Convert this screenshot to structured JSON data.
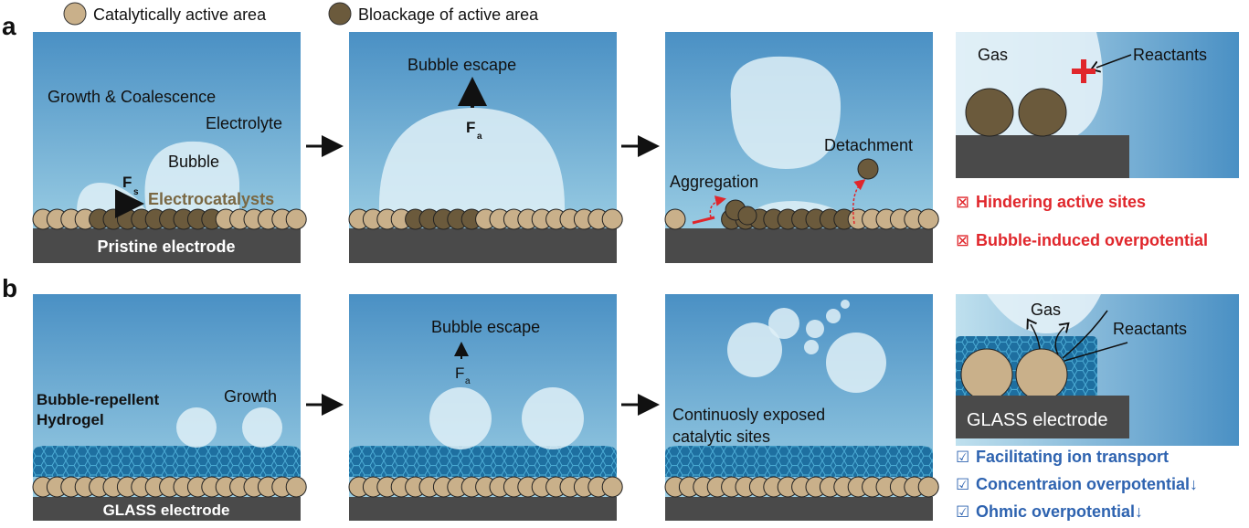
{
  "legend": {
    "active_label": "Catalytically active area",
    "blocked_label": "Bloackage of active area"
  },
  "colors": {
    "active": "#c9b08a",
    "blocked": "#6b5a3c",
    "electrode": "#4a4a4a",
    "bad_text": "#e0262b",
    "good_text": "#2e63b0",
    "hydrogel": "#1e6fa0"
  },
  "panel_a": {
    "label": "a",
    "p1": {
      "growth": "Growth & Coalescence",
      "electrolyte": "Electrolyte",
      "bubble": "Bubble",
      "force": "F",
      "force_sub": "s",
      "catalysts": "Electrocatalysts",
      "electrode": "Pristine electrode"
    },
    "p2": {
      "escape": "Bubble escape",
      "force": "F",
      "force_sub": "a"
    },
    "p3": {
      "aggregation": "Aggregation",
      "detachment": "Detachment"
    },
    "p4": {
      "gas": "Gas",
      "reactants": "Reactants"
    },
    "issues": [
      "Hindering active sites",
      "Bubble-induced overpotential"
    ]
  },
  "panel_b": {
    "label": "b",
    "p1": {
      "hydrogel_line1": "Bubble-repellent",
      "hydrogel_line2": "Hydrogel",
      "growth": "Growth",
      "electrode": "GLASS electrode"
    },
    "p2": {
      "escape": "Bubble escape",
      "force": "F",
      "force_sub": "a"
    },
    "p3": {
      "exposed_line1": "Continuosly exposed",
      "exposed_line2": "catalytic sites"
    },
    "p4": {
      "gas": "Gas",
      "reactants": "Reactants",
      "electrode": "GLASS electrode"
    },
    "benefits": [
      "Facilitating ion transport",
      "Concentraion overpotential↓",
      "Ohmic overpotential↓"
    ]
  }
}
